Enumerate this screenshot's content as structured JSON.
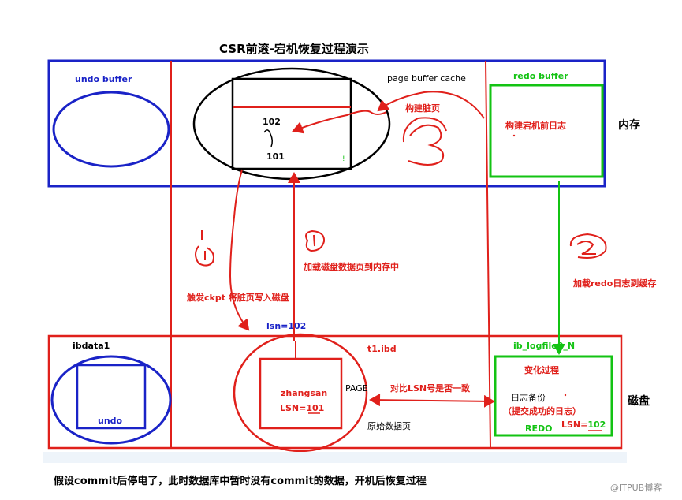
{
  "title": "CSR前滚-宕机恢复过程演示",
  "memory": {
    "label": "内存",
    "undo_buffer": "undo buffer",
    "page_buffer_cache": "page buffer cache",
    "redo_buffer": "redo buffer",
    "redo_log_text": "构建宕机前日志",
    "build_dirty_page": "构建脏页",
    "lsn_new": "102",
    "lsn_old": "101"
  },
  "disk": {
    "label": "磁盘",
    "ibdata1": "ibdata1",
    "undo": "undo",
    "t1_ibd": "t1.ibd",
    "row_name": "zhangsan",
    "row_lsn_prefix": "LSN=",
    "row_lsn_value": "101",
    "page_label": "PAGE",
    "orig_page": "原始数据页",
    "ib_logfile": "ib_logfile0_N",
    "change_process": "变化过程",
    "log_backup": "日志备份",
    "committed_log": "（提交成功的日志）",
    "redo": "REDO",
    "redo_lsn_prefix": "LSN=",
    "redo_lsn_value": "102"
  },
  "arrows": {
    "step1_text": "加载磁盘数据页到内存中",
    "step2_text": "加载redo日志到缓存",
    "step4_text": "触发ckpt 将脏页写入磁盘",
    "lsn_label": "lsn=102",
    "compare_text": "对比LSN号是否一致"
  },
  "footer": {
    "note": "假设commit后停电了，此时数据库中暂时没有commit的数据，开机后恢复过程",
    "watermark": "@ITPUB博客"
  },
  "colors": {
    "blue": "#1a23c7",
    "red": "#e0201b",
    "green": "#13c313",
    "black": "#000000",
    "footer_bg": "#eef4fa"
  }
}
